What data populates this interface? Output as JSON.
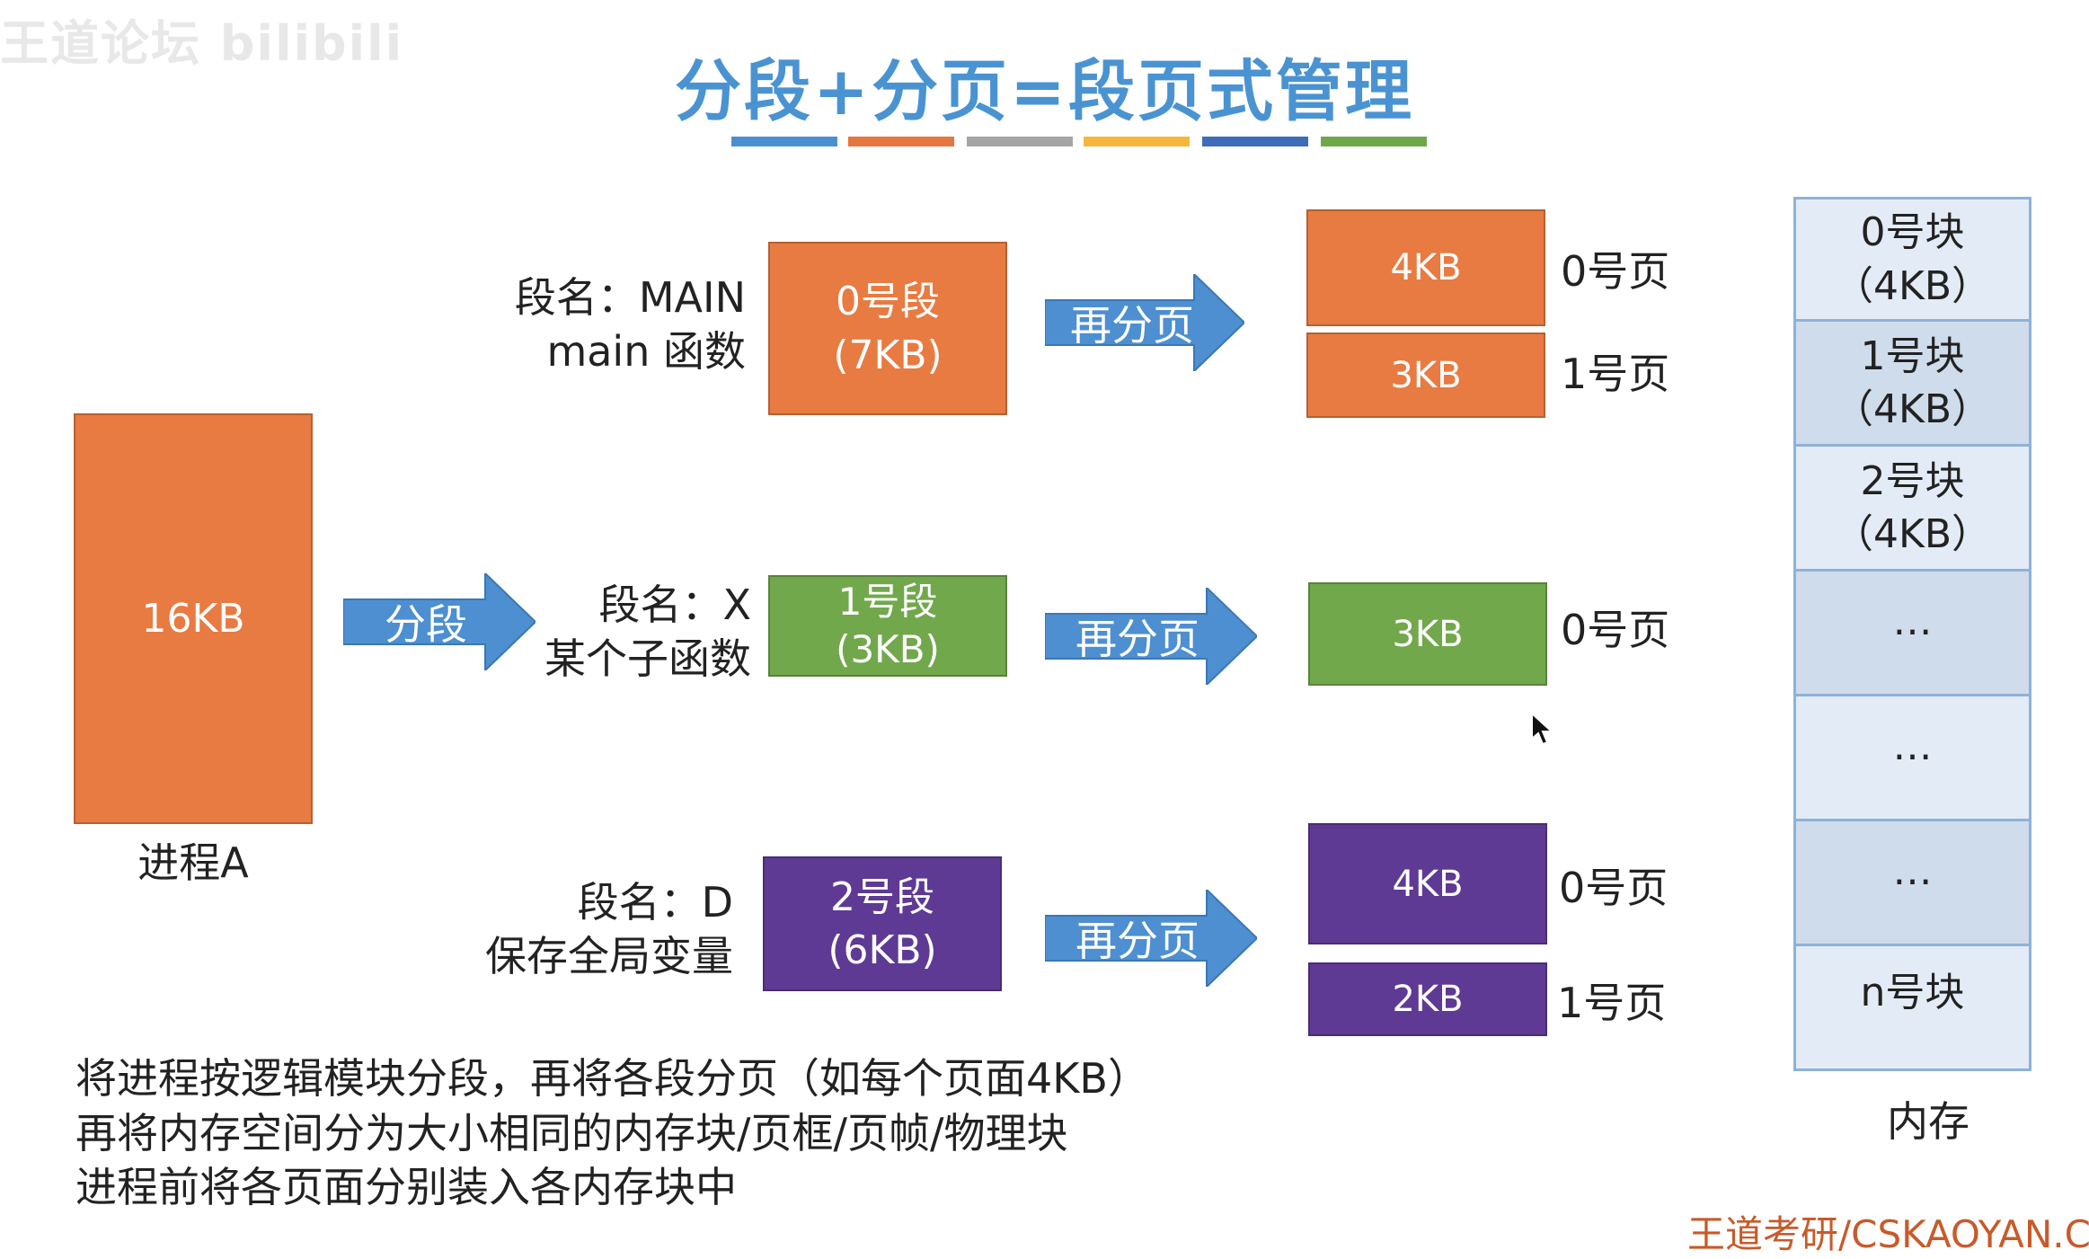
{
  "watermark": "王道论坛 bilibili",
  "title": "分段+分页=段页式管理",
  "title_bar_colors": [
    "#4a8fd0",
    "#e5763f",
    "#a5a5a5",
    "#f5b73b",
    "#3f6cb8",
    "#6fa84b"
  ],
  "process": {
    "size": "16KB",
    "name": "进程A"
  },
  "segment_arrow": "分段",
  "repage_arrow": "再分页",
  "segments": [
    {
      "label_line1": "段名：MAIN",
      "label_line2": "main 函数",
      "title": "0号段",
      "size": "(7KB)",
      "color": "#e87b42",
      "pages": [
        {
          "size": "4KB",
          "label": "0号页"
        },
        {
          "size": "3KB",
          "label": "1号页"
        }
      ]
    },
    {
      "label_line1": "段名：X",
      "label_line2": "某个子函数",
      "title": "1号段",
      "size": "(3KB)",
      "color": "#72a84c",
      "pages": [
        {
          "size": "3KB",
          "label": "0号页"
        }
      ]
    },
    {
      "label_line1": "段名：D",
      "label_line2": "保存全局变量",
      "title": "2号段",
      "size": "(6KB)",
      "color": "#5e3a94",
      "pages": [
        {
          "size": "4KB",
          "label": "0号页"
        },
        {
          "size": "2KB",
          "label": "1号页"
        }
      ]
    }
  ],
  "memory": {
    "blocks": [
      {
        "line1": "0号块",
        "line2": "（4KB）",
        "bg": "#e3ecf6"
      },
      {
        "line1": "1号块",
        "line2": "（4KB）",
        "bg": "#cfdcec"
      },
      {
        "line1": "2号块",
        "line2": "（4KB）",
        "bg": "#e3ecf6"
      },
      {
        "line1": "…",
        "line2": "",
        "bg": "#cfdcec"
      },
      {
        "line1": "…",
        "line2": "",
        "bg": "#e3ecf6"
      },
      {
        "line1": "…",
        "line2": "",
        "bg": "#cfdcec"
      },
      {
        "line1": "n号块",
        "line2": "",
        "bg": "#e3ecf6"
      }
    ],
    "label": "内存"
  },
  "bottom_text": [
    "将进程按逻辑模块分段，再将各段分页（如每个页面4KB）",
    "再将内存空间分为大小相同的内存块/页框/页帧/物理块",
    "进程前将各页面分别装入各内存块中"
  ],
  "footer_watermark": "王道考研/CSKAOYAN.C"
}
